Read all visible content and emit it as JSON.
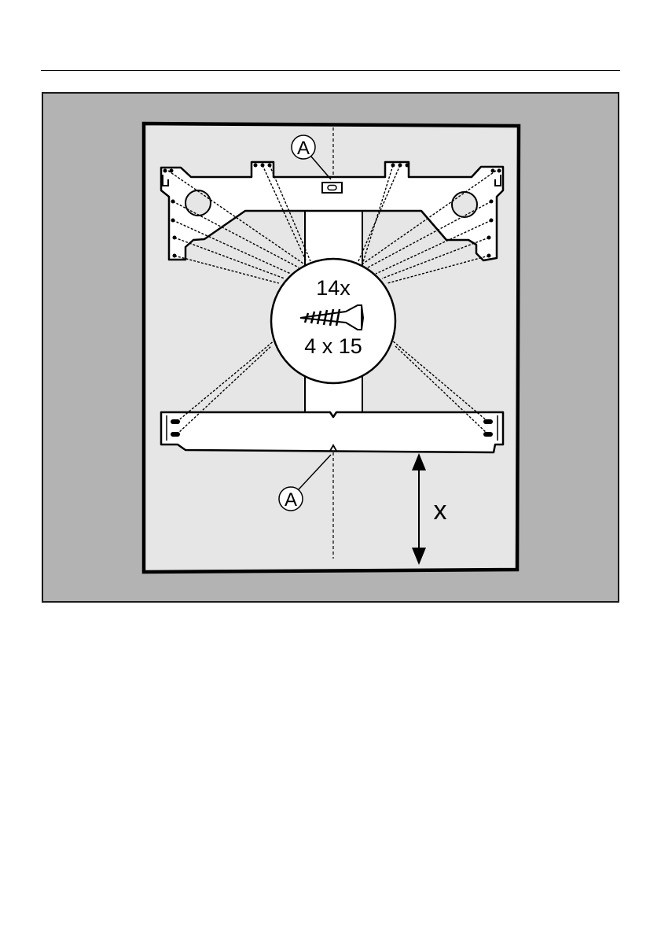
{
  "page": {
    "background": "#ffffff",
    "rule_color": "#000000"
  },
  "figure": {
    "background_color": "#b3b3b3",
    "wall_panel_color": "#e6e6e6",
    "callout_top": {
      "letter": "A"
    },
    "callout_bottom": {
      "letter": "A"
    },
    "screw_callout": {
      "quantity": "14x",
      "size": "4 x 15",
      "icon": "screw-icon"
    },
    "dimension": {
      "label": "x"
    }
  }
}
